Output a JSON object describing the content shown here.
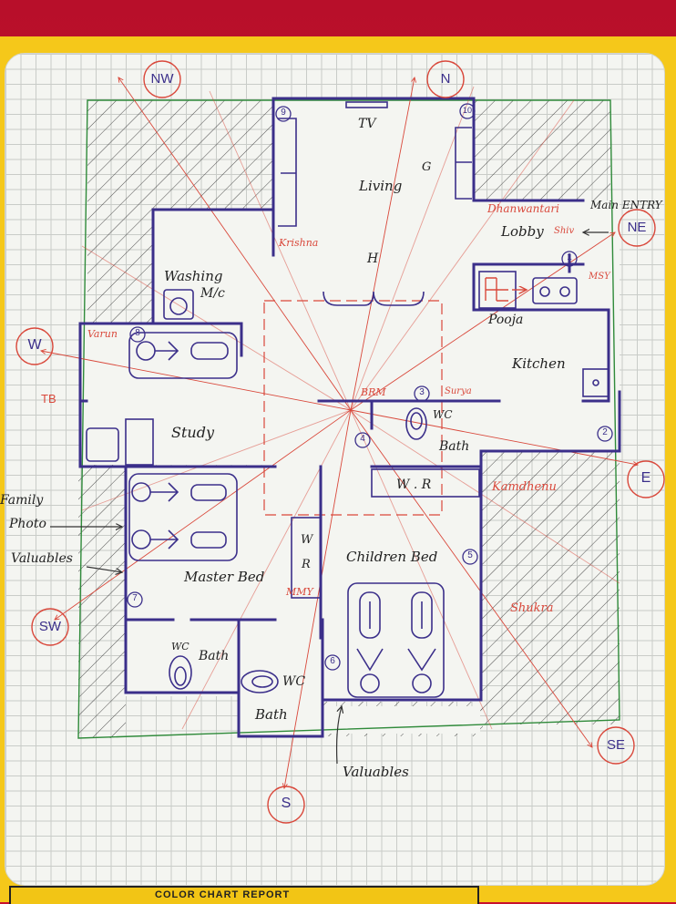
{
  "directions": {
    "n": "N",
    "ne": "NE",
    "e": "E",
    "se": "SE",
    "s": "S",
    "sw": "SW",
    "w": "W",
    "nw": "NW"
  },
  "rooms": {
    "tv": "TV",
    "living": "Living",
    "g": "G",
    "h": "H",
    "washing": "Washing",
    "washing_mc": "M/c",
    "lobby": "Lobby",
    "pooja": "Pooja",
    "kitchen": "Kitchen",
    "study": "Study",
    "wc_top": "WC",
    "bath_top": "Bath",
    "wr": "W . R",
    "master_bed": "Master Bed",
    "children_bed": "Children Bed",
    "wc_left": "WC",
    "bath_left": "Bath",
    "wc_mid": "WC",
    "bath_mid": "Bath",
    "w_letter": "W",
    "r_letter": "R",
    "tb": "TB"
  },
  "labels_red": {
    "krishna": "Krishna",
    "dhanvantari": "Dhanwantari",
    "main_entry": "Main ENTRY",
    "shiv": "Shiv",
    "msy": "MSY",
    "varun": "Varun",
    "brm": "BRM",
    "surya": "Surya",
    "kamdhenu": "Kamdhenu",
    "mmy": "MMY",
    "shukra": "Shukra"
  },
  "labels_side": {
    "family_photo_1": "Family",
    "family_photo_2": "Photo",
    "valuables_left": "Valuables",
    "valuables_bottom": "Valuables"
  },
  "markers": {
    "m1": "1",
    "m2": "2",
    "m3": "3",
    "m4": "4",
    "m5": "5",
    "m6": "6",
    "m7": "7",
    "m8": "8",
    "m9": "9",
    "m10": "10"
  },
  "footer": {
    "title": "COLOR CHART REPORT"
  }
}
